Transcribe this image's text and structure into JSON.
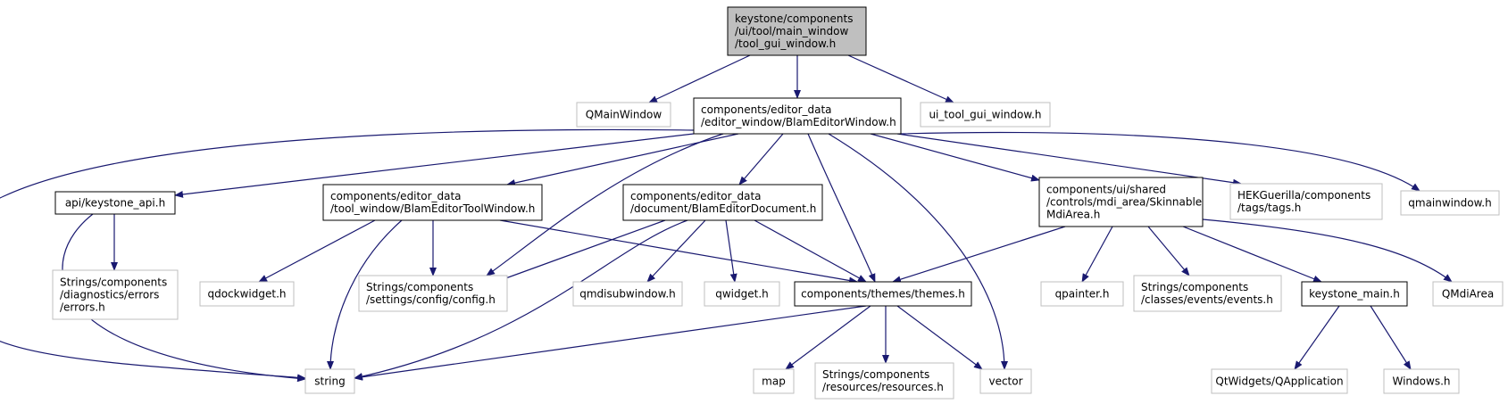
{
  "colors": {
    "edge": "#191970",
    "documented_border": "#000000",
    "external_border": "#bfbfbf",
    "root_fill": "#bfbfbf",
    "node_fill": "#ffffff"
  },
  "nodes": [
    {
      "id": "root",
      "kind": "root",
      "lines": [
        "keystone/components",
        "/ui/tool/main_window",
        "/tool_gui_window.h"
      ]
    },
    {
      "id": "qmainwindow_cls",
      "kind": "external",
      "lines": [
        "QMainWindow"
      ]
    },
    {
      "id": "blam_editor_window",
      "kind": "documented",
      "lines": [
        "components/editor_data",
        "/editor_window/BlamEditorWindow.h"
      ]
    },
    {
      "id": "ui_tool_gui_window",
      "kind": "external",
      "lines": [
        "ui_tool_gui_window.h"
      ]
    },
    {
      "id": "keystone_api",
      "kind": "documented",
      "lines": [
        "api/keystone_api.h"
      ]
    },
    {
      "id": "blam_editor_tool_window",
      "kind": "documented",
      "lines": [
        "components/editor_data",
        "/tool_window/BlamEditorToolWindow.h"
      ]
    },
    {
      "id": "blam_editor_document",
      "kind": "documented",
      "lines": [
        "components/editor_data",
        "/document/BlamEditorDocument.h"
      ]
    },
    {
      "id": "skinnable_mdi_area",
      "kind": "documented",
      "lines": [
        "components/ui/shared",
        "/controls/mdi_area/Skinnable",
        "MdiArea.h"
      ]
    },
    {
      "id": "hek_tags",
      "kind": "external",
      "lines": [
        "HEKGuerilla/components",
        "/tags/tags.h"
      ]
    },
    {
      "id": "qmainwindow_h",
      "kind": "external",
      "lines": [
        "qmainwindow.h"
      ]
    },
    {
      "id": "errors",
      "kind": "external",
      "lines": [
        "Strings/components",
        "/diagnostics/errors",
        "/errors.h"
      ]
    },
    {
      "id": "qdockwidget",
      "kind": "external",
      "lines": [
        "qdockwidget.h"
      ]
    },
    {
      "id": "config",
      "kind": "external",
      "lines": [
        "Strings/components",
        "/settings/config/config.h"
      ]
    },
    {
      "id": "qmdisubwindow",
      "kind": "external",
      "lines": [
        "qmdisubwindow.h"
      ]
    },
    {
      "id": "qwidget",
      "kind": "external",
      "lines": [
        "qwidget.h"
      ]
    },
    {
      "id": "themes",
      "kind": "documented",
      "lines": [
        "components/themes/themes.h"
      ]
    },
    {
      "id": "qpainter",
      "kind": "external",
      "lines": [
        "qpainter.h"
      ]
    },
    {
      "id": "events",
      "kind": "external",
      "lines": [
        "Strings/components",
        "/classes/events/events.h"
      ]
    },
    {
      "id": "keystone_main",
      "kind": "documented",
      "lines": [
        "keystone_main.h"
      ]
    },
    {
      "id": "qmdiarea",
      "kind": "external",
      "lines": [
        "QMdiArea"
      ]
    },
    {
      "id": "string",
      "kind": "external",
      "lines": [
        "string"
      ]
    },
    {
      "id": "map",
      "kind": "external",
      "lines": [
        "map"
      ]
    },
    {
      "id": "resources",
      "kind": "external",
      "lines": [
        "Strings/components",
        "/resources/resources.h"
      ]
    },
    {
      "id": "vector",
      "kind": "external",
      "lines": [
        "vector"
      ]
    },
    {
      "id": "qapplication",
      "kind": "external",
      "lines": [
        "QtWidgets/QApplication"
      ]
    },
    {
      "id": "windows_h",
      "kind": "external",
      "lines": [
        "Windows.h"
      ]
    }
  ],
  "edges": [
    {
      "from": "root",
      "to": "qmainwindow_cls"
    },
    {
      "from": "root",
      "to": "blam_editor_window"
    },
    {
      "from": "root",
      "to": "ui_tool_gui_window"
    },
    {
      "from": "blam_editor_window",
      "to": "keystone_api"
    },
    {
      "from": "blam_editor_window",
      "to": "blam_editor_tool_window"
    },
    {
      "from": "blam_editor_window",
      "to": "blam_editor_document"
    },
    {
      "from": "blam_editor_window",
      "to": "skinnable_mdi_area"
    },
    {
      "from": "blam_editor_window",
      "to": "hek_tags"
    },
    {
      "from": "blam_editor_window",
      "to": "qmainwindow_h"
    },
    {
      "from": "blam_editor_window",
      "to": "config"
    },
    {
      "from": "blam_editor_window",
      "to": "themes"
    },
    {
      "from": "blam_editor_window",
      "to": "vector"
    },
    {
      "from": "blam_editor_window",
      "to": "string"
    },
    {
      "from": "keystone_api",
      "to": "errors"
    },
    {
      "from": "keystone_api",
      "to": "string"
    },
    {
      "from": "blam_editor_tool_window",
      "to": "qdockwidget"
    },
    {
      "from": "blam_editor_tool_window",
      "to": "config"
    },
    {
      "from": "blam_editor_tool_window",
      "to": "themes"
    },
    {
      "from": "blam_editor_tool_window",
      "to": "string"
    },
    {
      "from": "blam_editor_document",
      "to": "config"
    },
    {
      "from": "blam_editor_document",
      "to": "qmdisubwindow"
    },
    {
      "from": "blam_editor_document",
      "to": "qwidget"
    },
    {
      "from": "blam_editor_document",
      "to": "themes"
    },
    {
      "from": "blam_editor_document",
      "to": "string"
    },
    {
      "from": "skinnable_mdi_area",
      "to": "themes"
    },
    {
      "from": "skinnable_mdi_area",
      "to": "qpainter"
    },
    {
      "from": "skinnable_mdi_area",
      "to": "events"
    },
    {
      "from": "skinnable_mdi_area",
      "to": "keystone_main"
    },
    {
      "from": "skinnable_mdi_area",
      "to": "qmdiarea"
    },
    {
      "from": "themes",
      "to": "string"
    },
    {
      "from": "themes",
      "to": "map"
    },
    {
      "from": "themes",
      "to": "resources"
    },
    {
      "from": "themes",
      "to": "vector"
    },
    {
      "from": "keystone_main",
      "to": "qapplication"
    },
    {
      "from": "keystone_main",
      "to": "windows_h"
    }
  ]
}
